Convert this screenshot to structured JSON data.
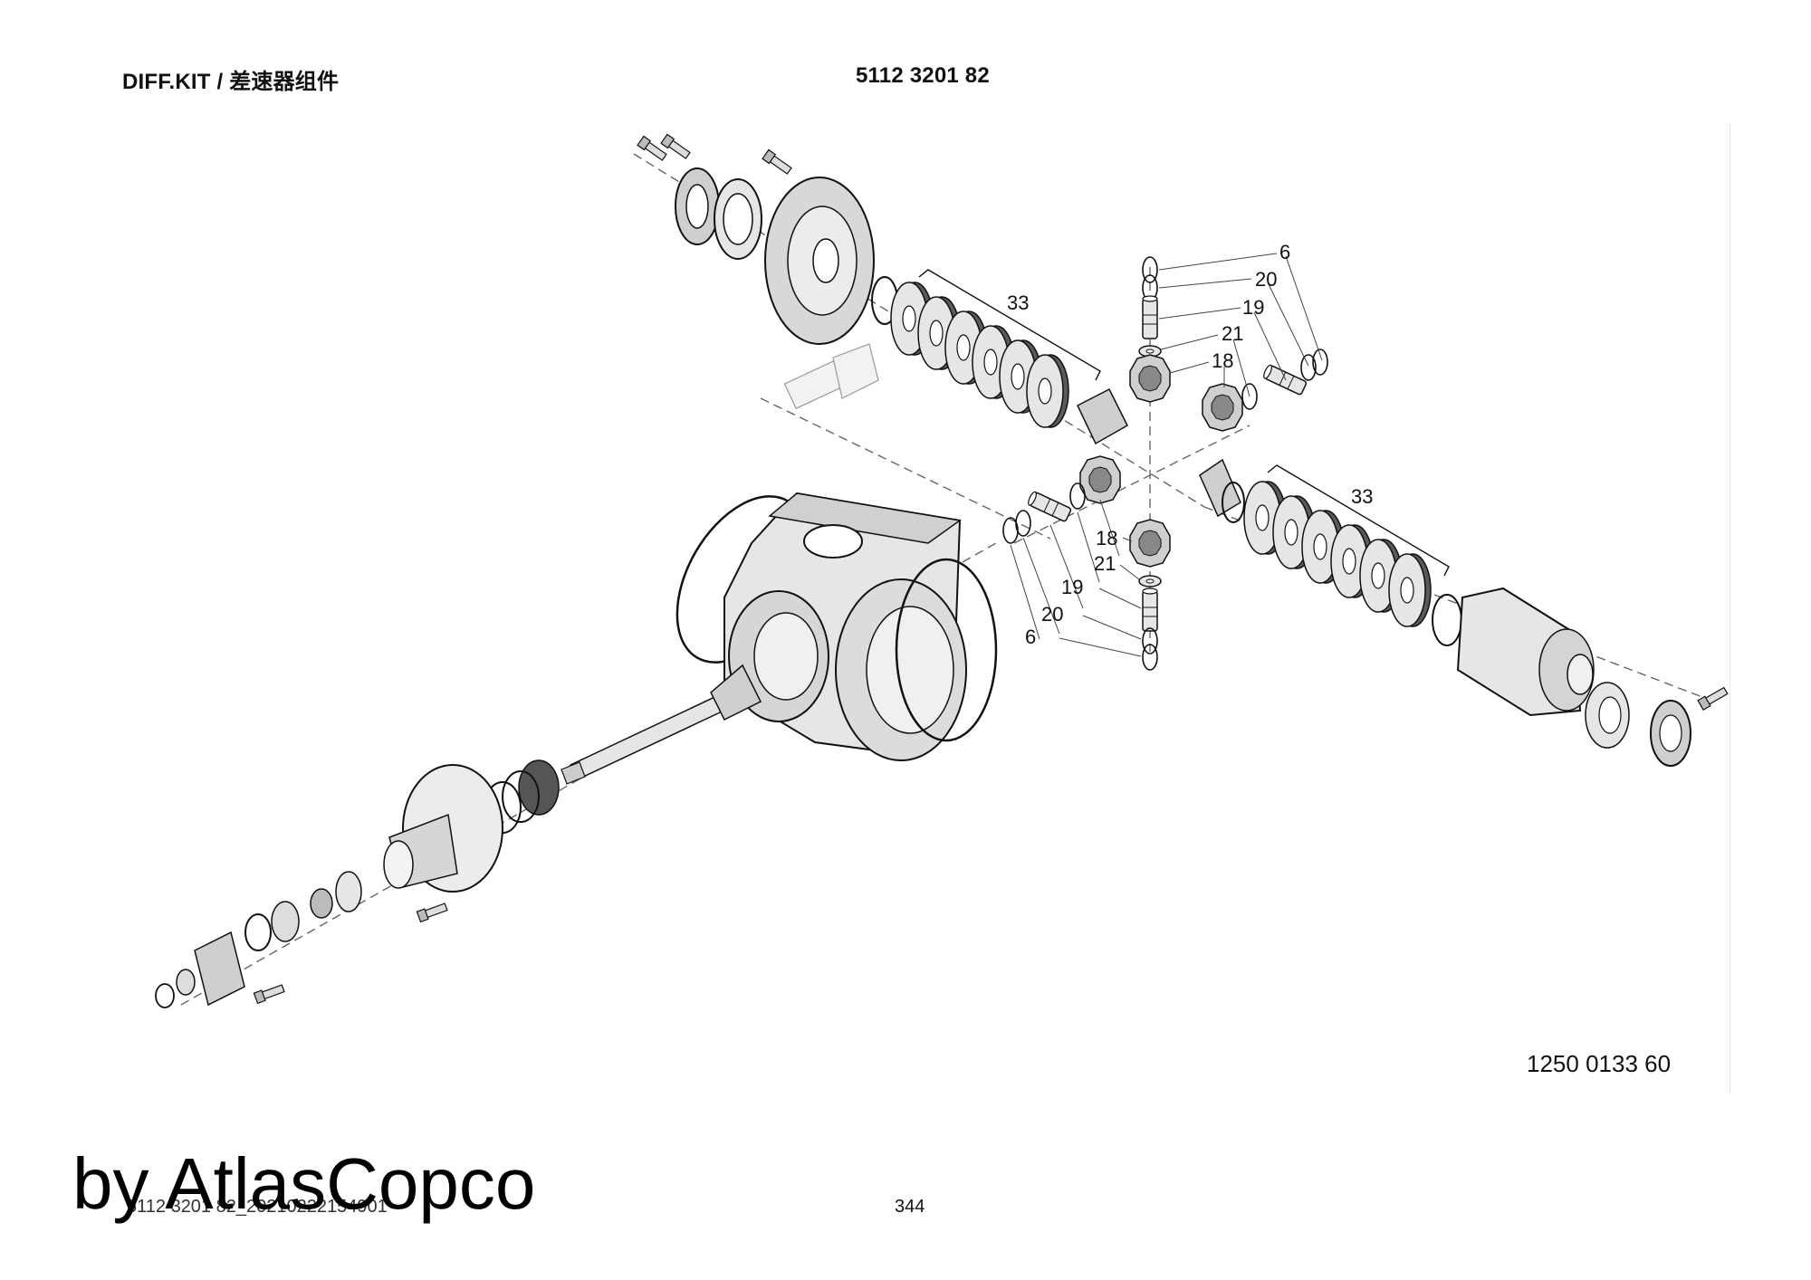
{
  "header": {
    "title": "DIFF.KIT / 差速器组件",
    "part_number": "5112 3201 82"
  },
  "diagram": {
    "labels_upper": [
      "6",
      "20",
      "19",
      "21",
      "18"
    ],
    "labels_lower": [
      "18",
      "21",
      "19",
      "20",
      "6"
    ],
    "label_pack_upper": "33",
    "label_pack_lower": "33"
  },
  "drawing_number": "1250 0133 60",
  "page_number": "344",
  "footer_file": "5112 3201 82_20210222154901",
  "watermark": "by AtlasCopco",
  "colors": {
    "line": "#1a1a1a",
    "fill": "#e4e4e4",
    "dark_fill": "#555555",
    "light_fill": "#f0f0f0"
  },
  "icons": [
    "exploded-view-diagram"
  ]
}
